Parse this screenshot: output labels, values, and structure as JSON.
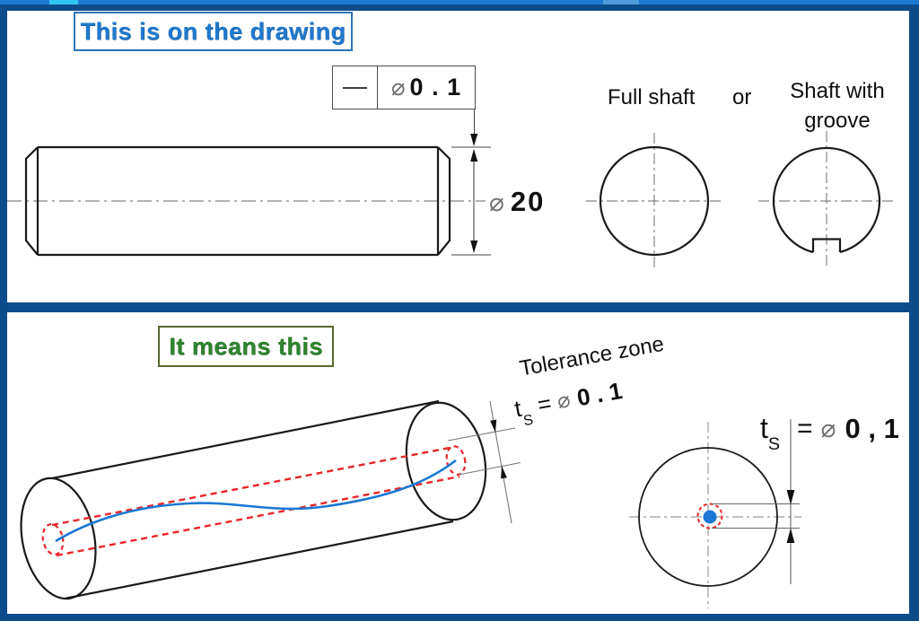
{
  "colors": {
    "frame_blue": "#0d4c8a",
    "accent_strip_blue": "#1d7ad2",
    "title_text_blue": "#2079cc",
    "title_border_blue": "#2e74b5",
    "meaning_text_green": "#2f8430",
    "meaning_border_olive": "#56682b",
    "tolerance_red": "#e8262a",
    "axis_blue": "#1b78d4",
    "drawing_black": "#1a1a1a"
  },
  "top_panel": {
    "title": "This is on the drawing",
    "fcf": {
      "symbol": "straightness",
      "diameter_symbol": "⌀",
      "tolerance": "0 . 1"
    },
    "dimension": {
      "diameter_symbol": "⌀",
      "value": "20"
    },
    "full_shaft_label": "Full shaft",
    "or_label": "or",
    "groove_shaft_label": "Shaft with groove"
  },
  "bottom_panel": {
    "title": "It means this",
    "tolerance_zone_label": "Tolerance zone",
    "ts_symbol": {
      "base": "t",
      "subscript": "S"
    },
    "equals": "=",
    "diameter_symbol": "⌀",
    "tolerance_3d": "0 . 1",
    "tolerance_2d": "0 , 1"
  }
}
